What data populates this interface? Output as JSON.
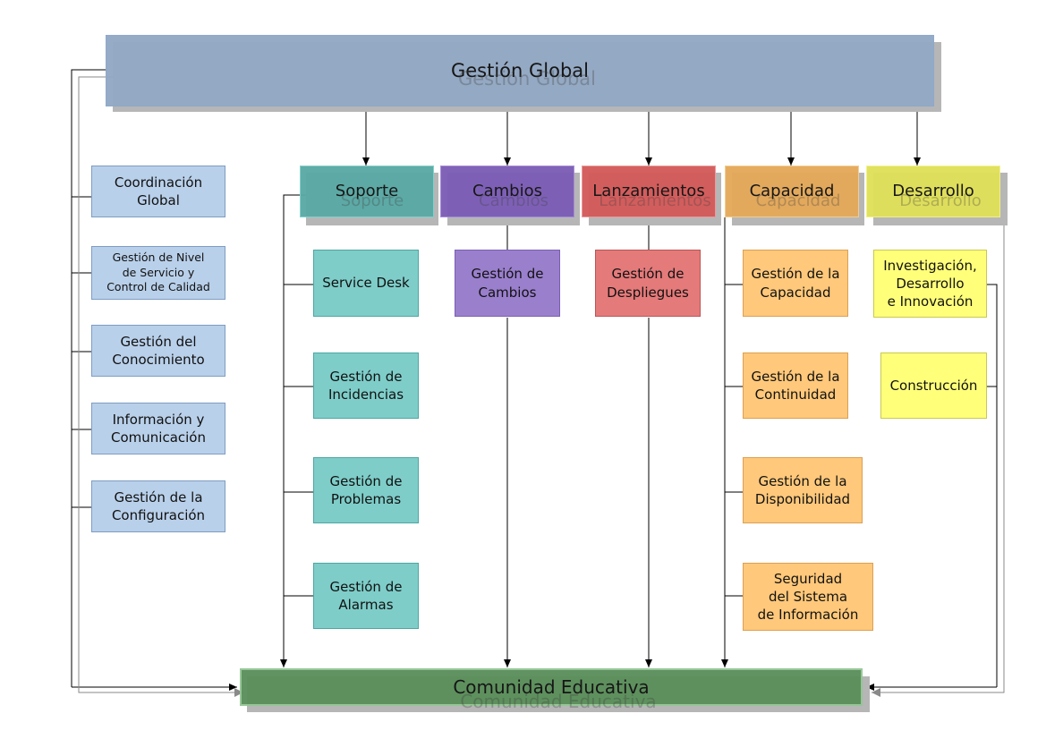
{
  "top": {
    "label": "Gestión Global"
  },
  "bottom": {
    "label": "Comunidad Educativa"
  },
  "left_column": [
    {
      "label": "Coordinación\nGlobal"
    },
    {
      "label": "Gestión de Nivel\nde Servicio y\nControl de Calidad"
    },
    {
      "label": "Gestión del\nConocimiento"
    },
    {
      "label": "Información y\nComunicación"
    },
    {
      "label": "Gestión de la\nConfiguración"
    }
  ],
  "areas": [
    {
      "label": "Soporte",
      "color": "#5aa9a5",
      "items": [
        {
          "label": "Service Desk"
        },
        {
          "label": "Gestión de\nIncidencias"
        },
        {
          "label": "Gestión de\nProblemas"
        },
        {
          "label": "Gestión de\nAlarmas"
        }
      ]
    },
    {
      "label": "Cambios",
      "color": "#7b5db5",
      "items": [
        {
          "label": "Gestión de\nCambios"
        }
      ]
    },
    {
      "label": "Lanzamientos",
      "color": "#d45a5a",
      "items": [
        {
          "label": "Gestión de\nDespliegues"
        }
      ]
    },
    {
      "label": "Capacidad",
      "color": "#e4a95a",
      "items": [
        {
          "label": "Gestión de la\nCapacidad"
        },
        {
          "label": "Gestión de la\nContinuidad"
        },
        {
          "label": "Gestión de la\nDisponibilidad"
        },
        {
          "label": "Seguridad\ndel Sistema\nde Información"
        }
      ]
    },
    {
      "label": "Desarrollo",
      "color": "#e0e05a",
      "items": [
        {
          "label": "Investigación,\nDesarrollo\ne Innovación"
        },
        {
          "label": "Construcción"
        }
      ]
    }
  ],
  "colors": {
    "top": "#93a9c4",
    "bottom": "#5c8f5c"
  }
}
